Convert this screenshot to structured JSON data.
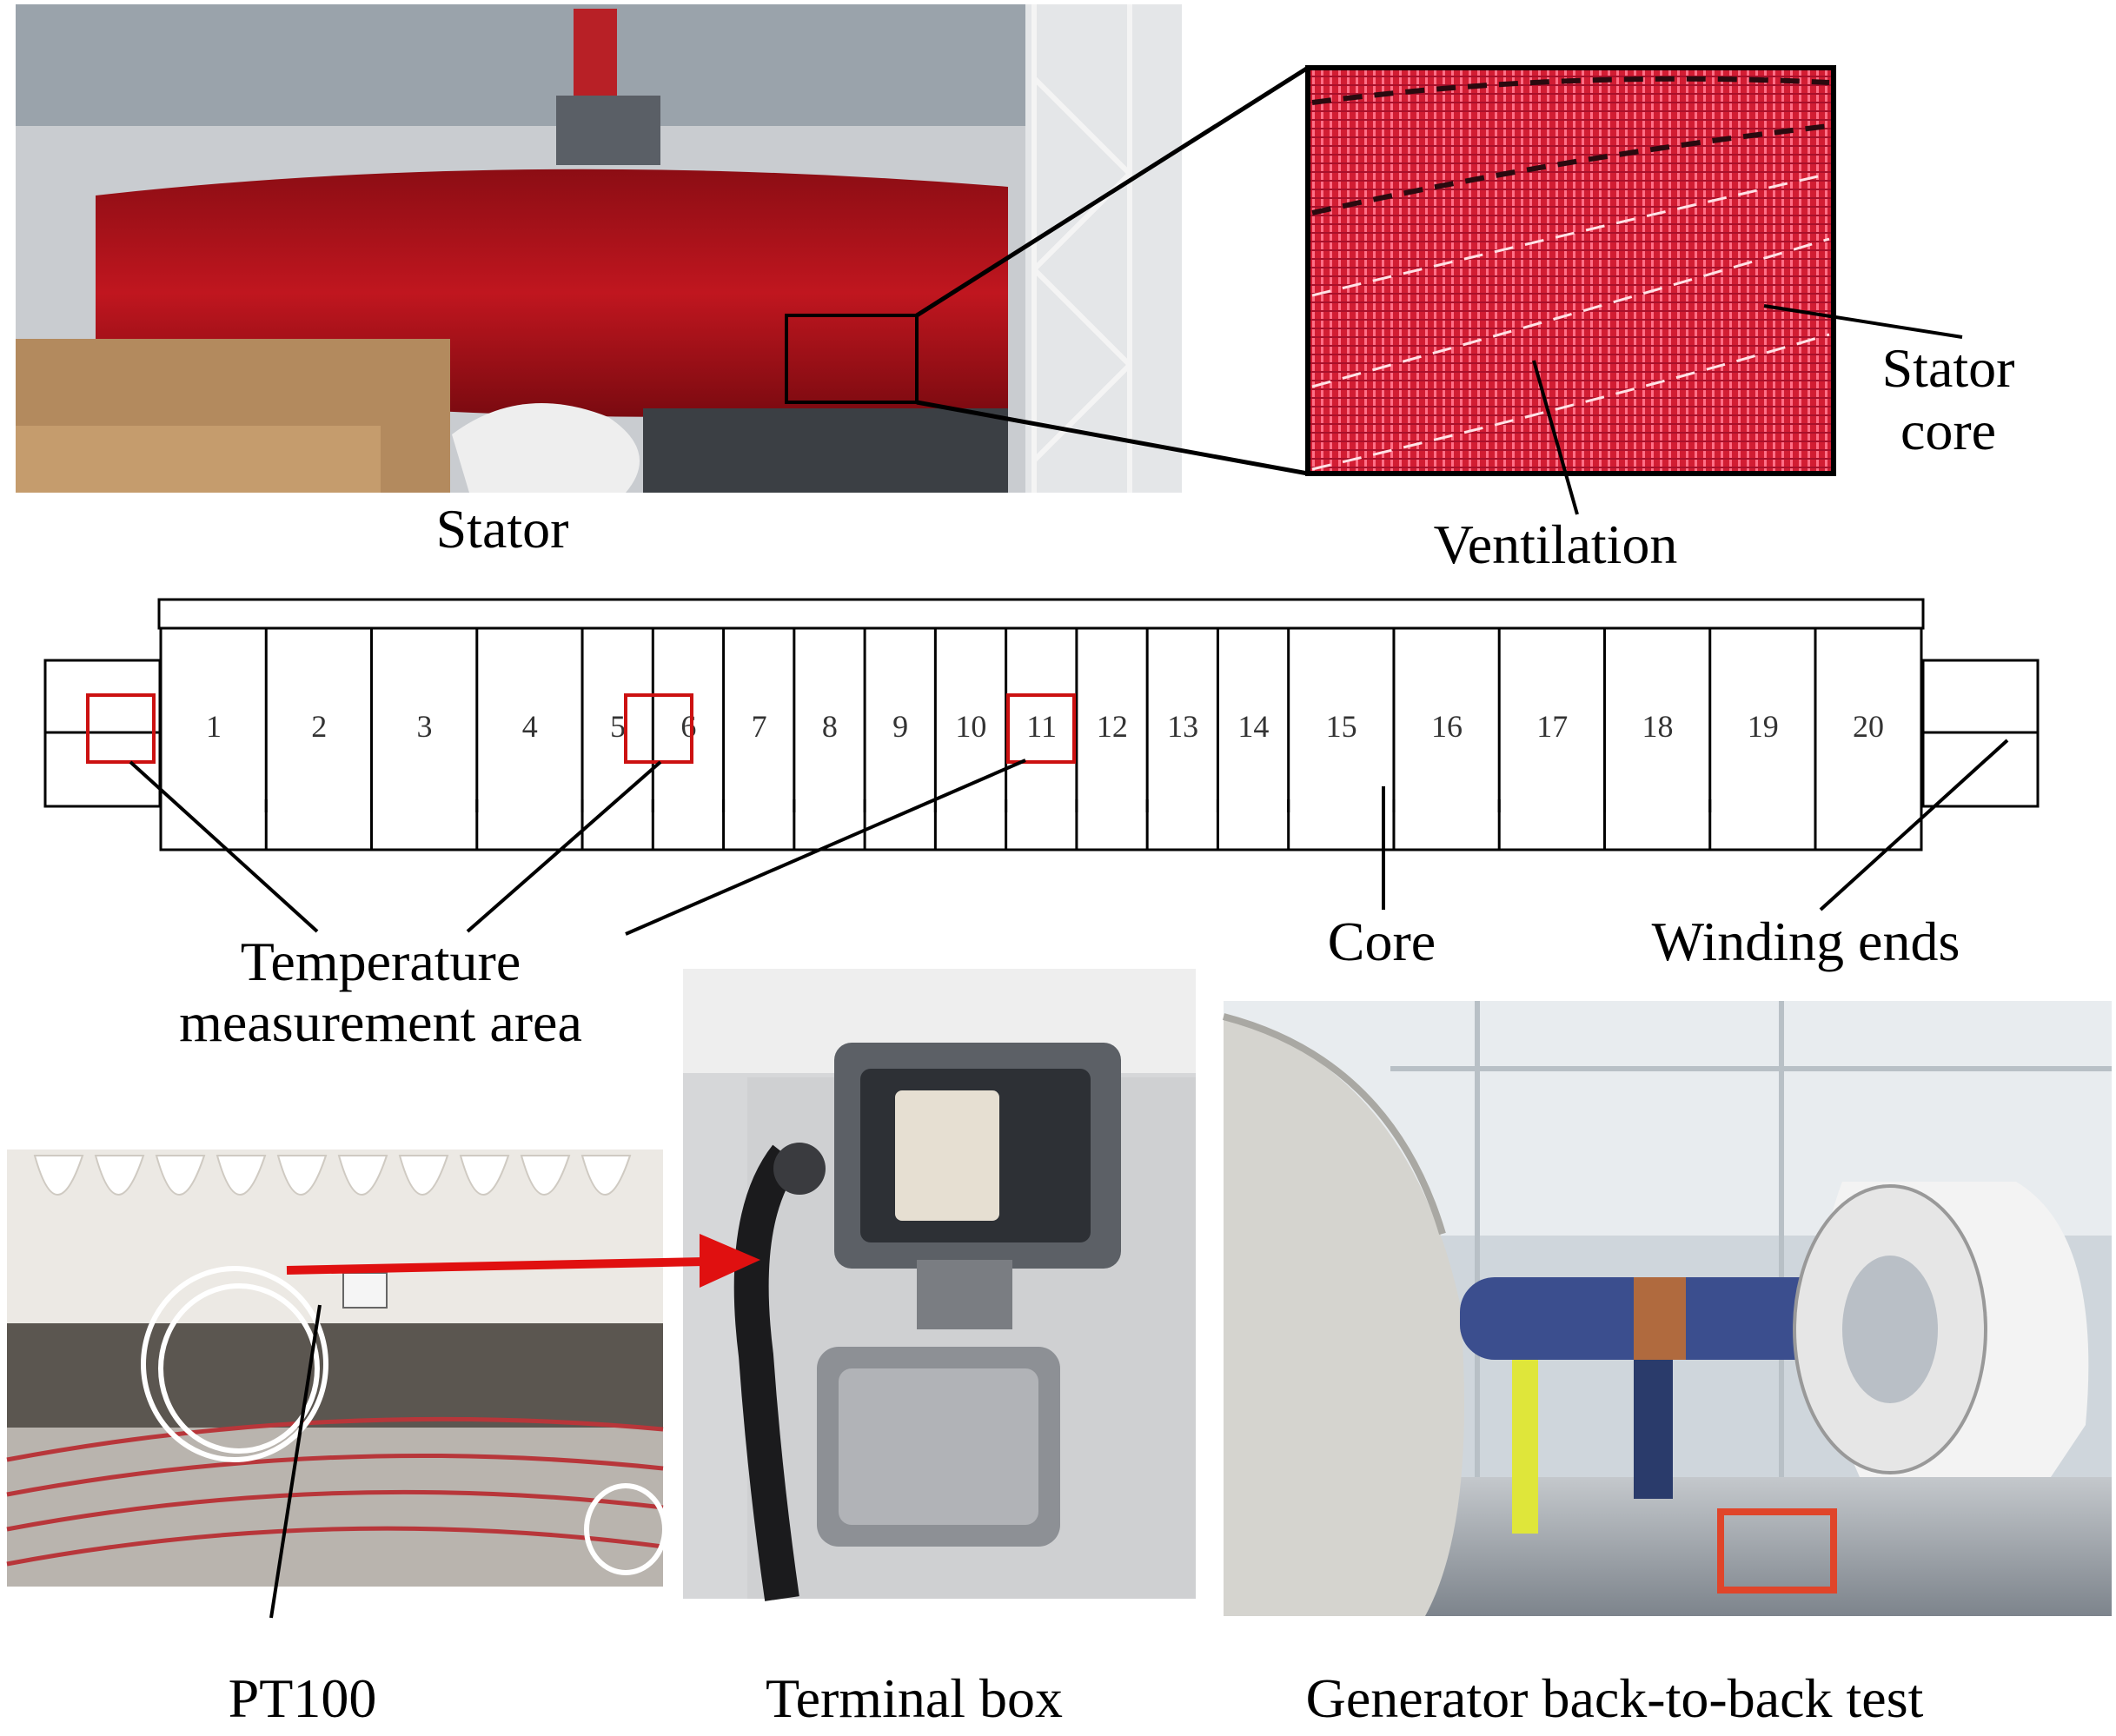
{
  "labels": {
    "stator": "Stator",
    "stator_core": "Stator\ncore",
    "ventilation": "Ventilation",
    "temperature_area": "Temperature\nmeasurement area",
    "core": "Core",
    "winding_ends": "Winding ends",
    "pt100": "PT100",
    "terminal_box": "Terminal box",
    "b2b_test": "Generator back-to-back test"
  },
  "diagram": {
    "segments": [
      "1",
      "2",
      "3",
      "4",
      "5",
      "6",
      "7",
      "8",
      "9",
      "10",
      "11",
      "12",
      "13",
      "14",
      "15",
      "16",
      "17",
      "18",
      "19",
      "20"
    ]
  },
  "colors": {
    "stator_red": "#b3121c",
    "highlight": "#cc1111",
    "arrow": "#e01010",
    "line": "#000000"
  }
}
